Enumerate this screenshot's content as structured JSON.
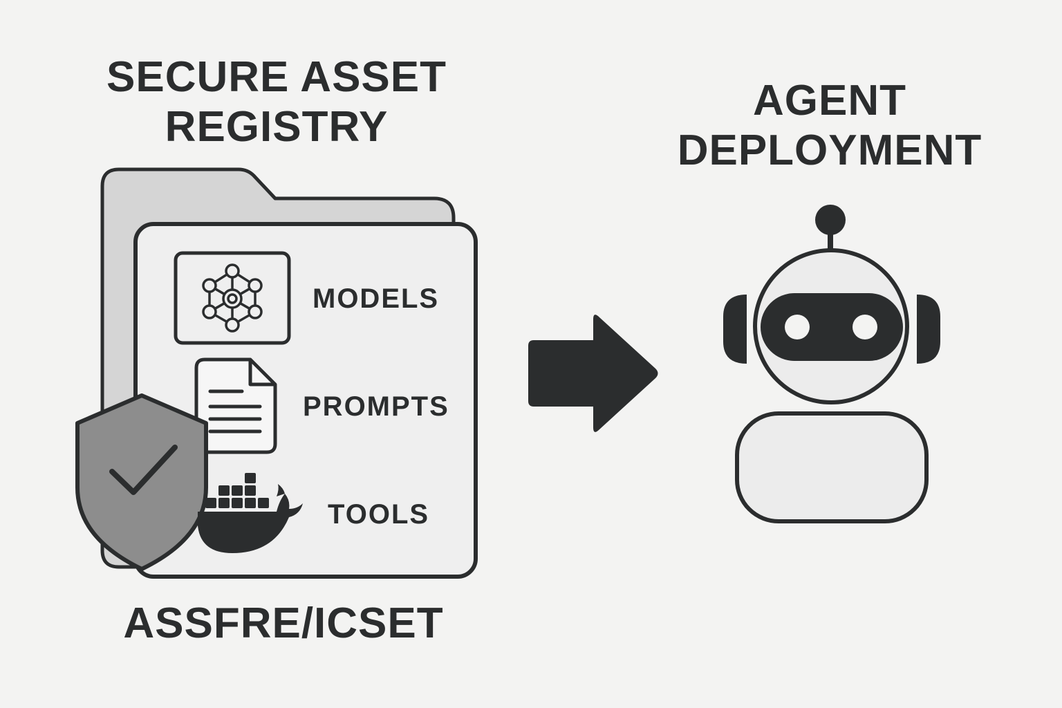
{
  "left_title": {
    "line1": "SECURE ASSET",
    "line2": "REGISTRY"
  },
  "right_title": {
    "line1": "AGENT",
    "line2": "DEPLOYMENT"
  },
  "items": [
    {
      "label": "MODELS",
      "icon": "neural-network-icon"
    },
    {
      "label": "PROMPTS",
      "icon": "document-icon"
    },
    {
      "label": "TOOLS",
      "icon": "container-whale-icon"
    }
  ],
  "footer_label": "ASSFRE/ICSET",
  "icons": {
    "folder": "folder-icon",
    "shield": "shield-check-icon",
    "arrow": "right-arrow-icon",
    "agent": "robot-icon"
  },
  "colors": {
    "background": "#f3f3f2",
    "ink": "#2b2d2e",
    "folder_back": "#d5d5d5",
    "folder_front": "#efefef",
    "shield": "#8d8d8d",
    "robot_body": "#ececec"
  }
}
